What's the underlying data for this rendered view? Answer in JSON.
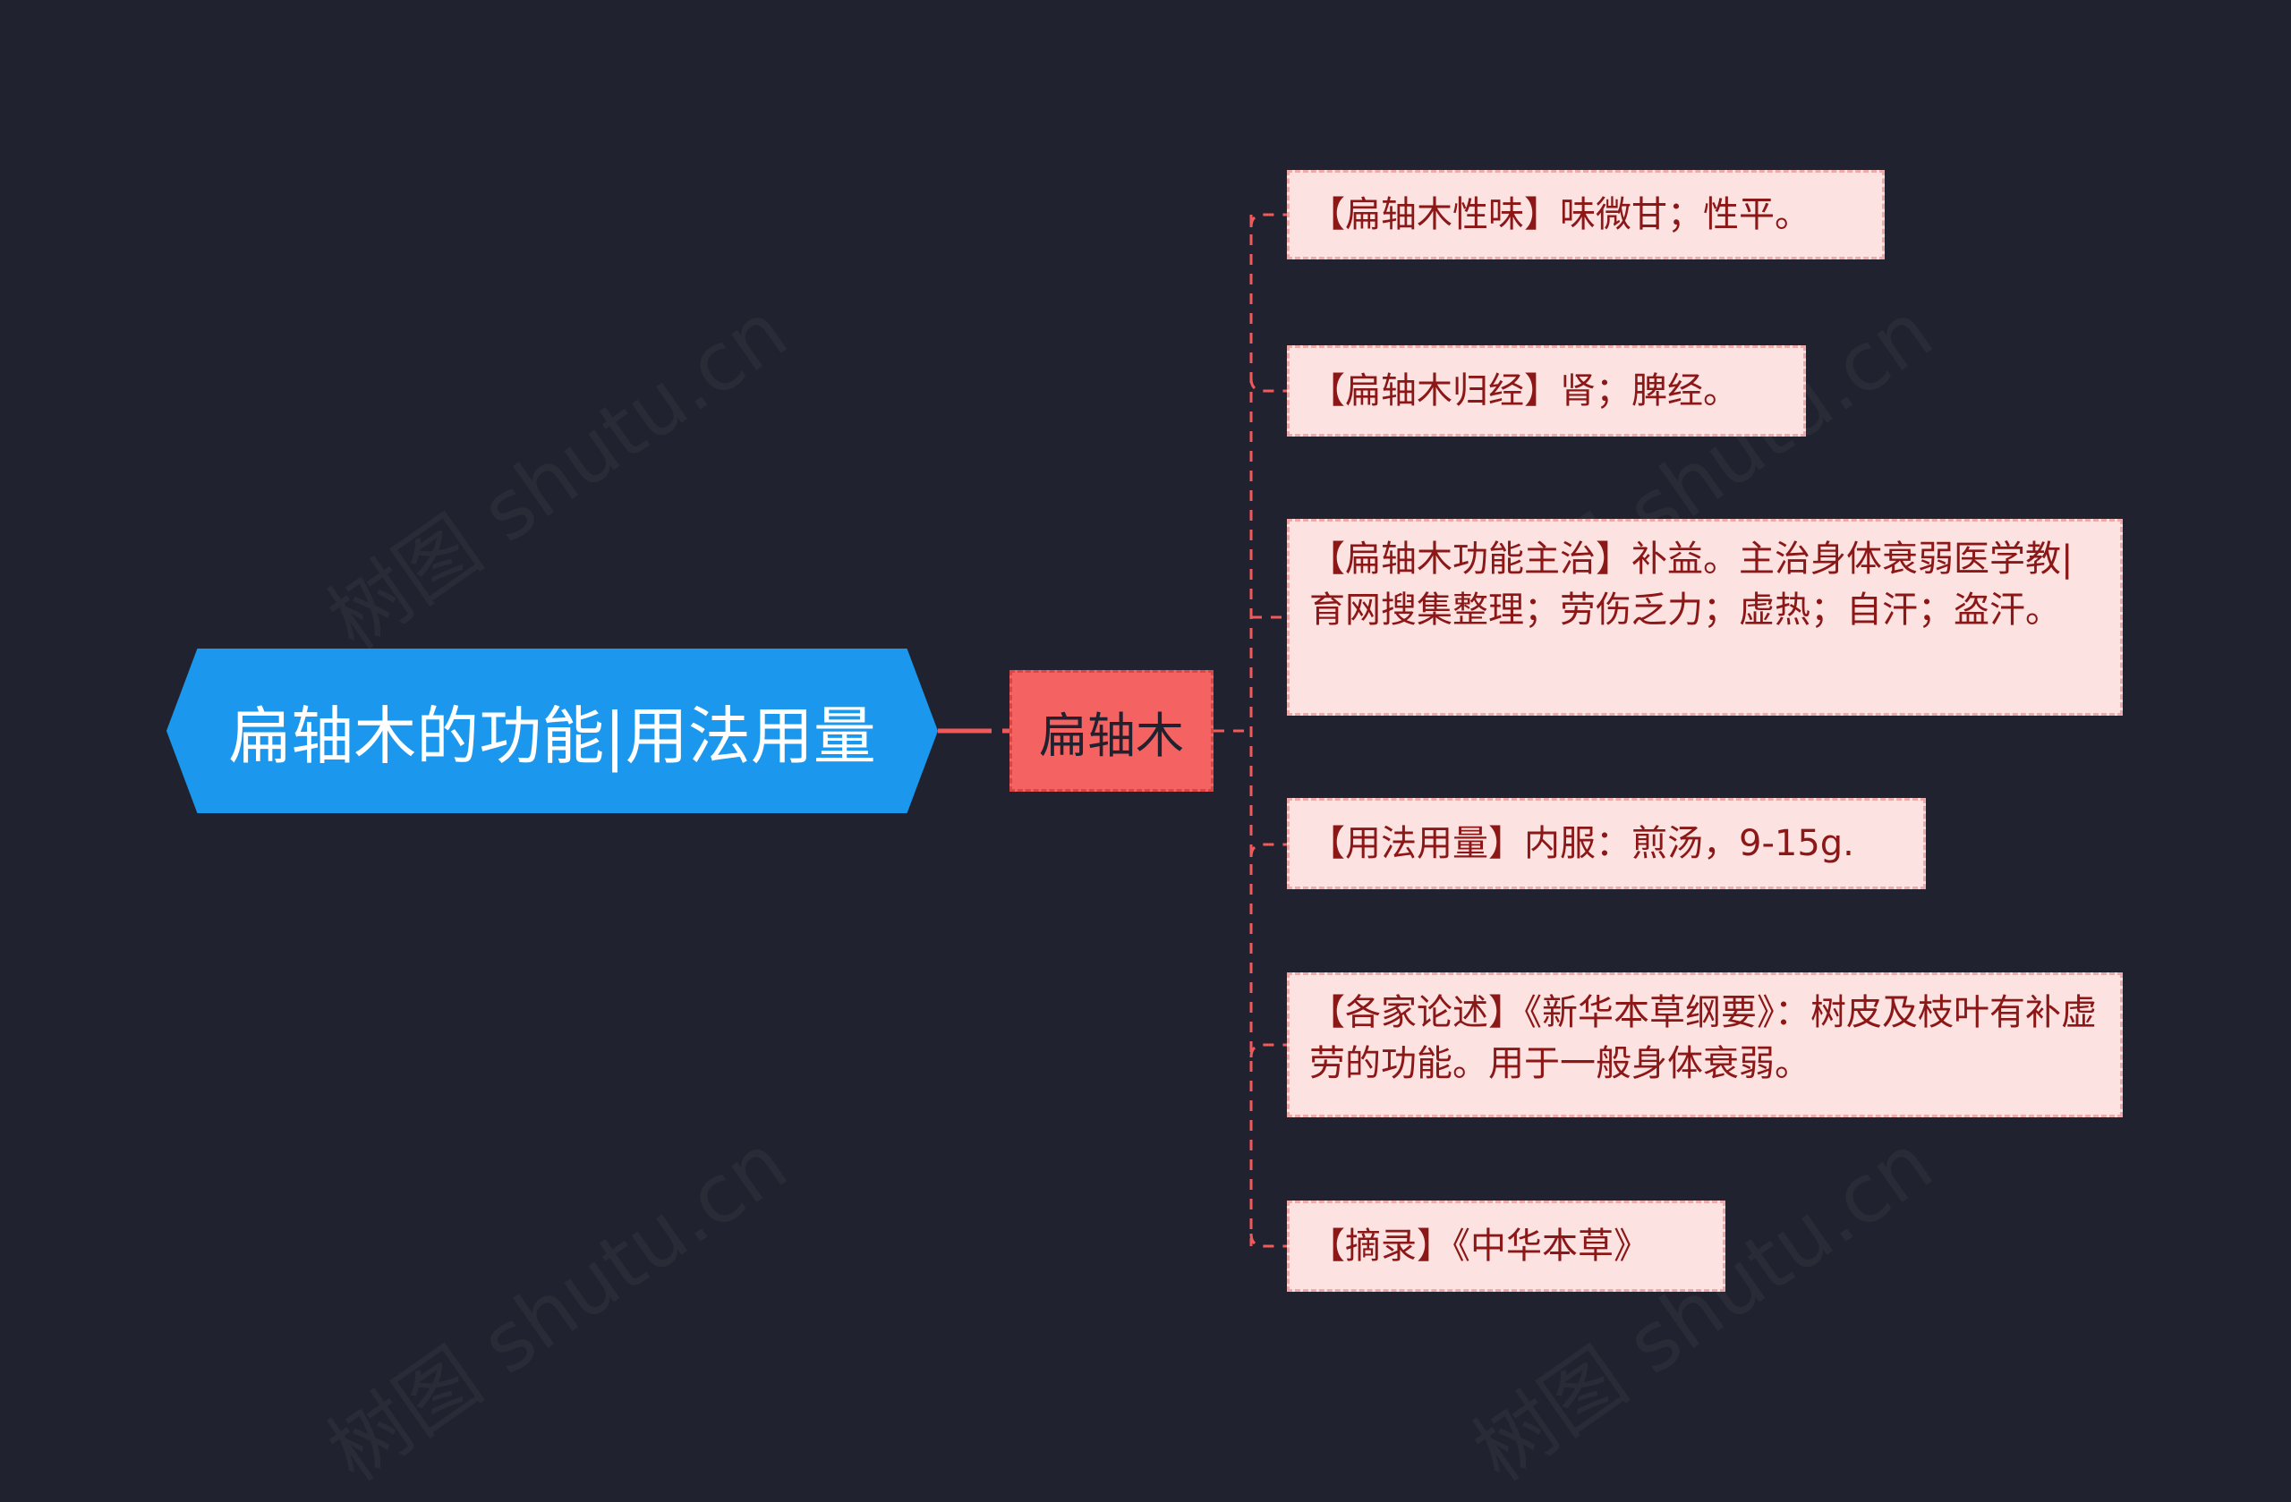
{
  "watermark": "树图 shutu.cn",
  "root": {
    "label": "扁轴木的功能|用法用量"
  },
  "branch": {
    "label": "扁轴木"
  },
  "leaves": [
    {
      "text": "【扁轴木性味】味微甘；性平。"
    },
    {
      "text": "【扁轴木归经】肾；脾经。"
    },
    {
      "text": "【扁轴木功能主治】补益。主治身体衰弱医学教|育网搜集整理；劳伤乏力；虚热；自汗；盗汗。"
    },
    {
      "text": "【用法用量】内服：煎汤，9-15g."
    },
    {
      "text": "【各家论述】《新华本草纲要》：树皮及枝叶有补虚劳的功能。用于一般身体衰弱。"
    },
    {
      "text": "【摘录】《中华本草》"
    }
  ],
  "colors": {
    "background": "#20232f",
    "root_fill": "#1b98ee",
    "branch_fill": "#f56262",
    "leaf_fill": "#fde2e2",
    "leaf_text": "#8b1717",
    "connector": "#f05a5a"
  }
}
